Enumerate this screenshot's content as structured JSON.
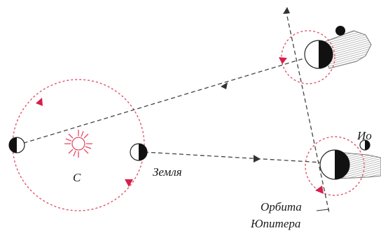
{
  "labels": {
    "sun": "С",
    "earth": "Земля",
    "io": "Ио",
    "orbit_line1": "Орбита",
    "orbit_line2": "Юпитера"
  },
  "colors": {
    "orbit_dash": "#e0566a",
    "orbit_arrow": "#d4204a",
    "sun": "#e84a68",
    "body_dark": "#111111",
    "body_outline": "#222222",
    "ray_line": "#444444",
    "shadow_hatch": "#9a9a9a",
    "text": "#1a1a1a"
  }
}
